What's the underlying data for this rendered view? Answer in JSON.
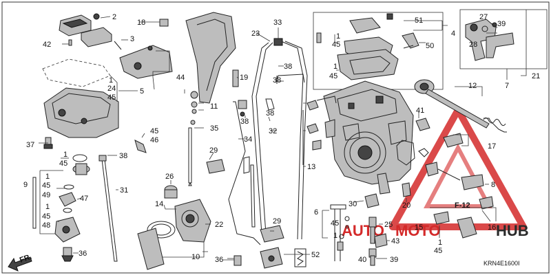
{
  "diagram": {
    "code": "KRN4E1600I",
    "direction_label": "FR.",
    "section_label": "F-12",
    "callouts": {
      "c2": "2",
      "c3": "3",
      "c42": "42",
      "c24": "24",
      "c45_a": "45",
      "c1_a": "1",
      "c5": "5",
      "c37": "37",
      "c1_b": "1",
      "c45_b": "45",
      "c9": "9",
      "c1_c": "1",
      "c45_c": "45",
      "c49": "49",
      "c47": "47",
      "c1_d": "1",
      "c45_d": "45",
      "c48": "48",
      "c36_a": "36",
      "c38_a": "38",
      "c31": "31",
      "c18": "18",
      "c44": "44",
      "c45_e": "45",
      "c46": "46",
      "c11": "11",
      "c35": "35",
      "c26": "26",
      "c14": "14",
      "c22": "22",
      "c29_a": "29",
      "c34": "34",
      "c19": "19",
      "c38_b": "38",
      "c23": "23",
      "c33": "33",
      "c38_c": "38",
      "c38_d": "38",
      "c32": "32",
      "c13": "13",
      "c10": "10",
      "c36_b": "36",
      "c29_b": "29",
      "c52": "52",
      "c51": "51",
      "c4": "4",
      "c1_e": "1",
      "c45_f": "45",
      "c50": "50",
      "c1_f": "1",
      "c45_g": "45",
      "c27": "27",
      "c39_a": "39",
      "c28": "28",
      "c7": "7",
      "c21": "21",
      "c12": "12",
      "c41": "41",
      "c17": "17",
      "c8": "8",
      "c20": "20",
      "c30": "30",
      "c6": "6",
      "c45_h": "45",
      "c1_g": "1",
      "c25": "25",
      "c43": "43",
      "c40": "40",
      "c39_b": "39",
      "c15": "15",
      "c1_h": "1",
      "c45_i": "45",
      "c16": "16"
    }
  },
  "watermark": {
    "brand_part1": "AUTO",
    "brand_part2": "MOTO",
    "brand_part3": "HUB",
    "color_red": "#d42a2a",
    "color_dark": "#2b2b2b"
  }
}
